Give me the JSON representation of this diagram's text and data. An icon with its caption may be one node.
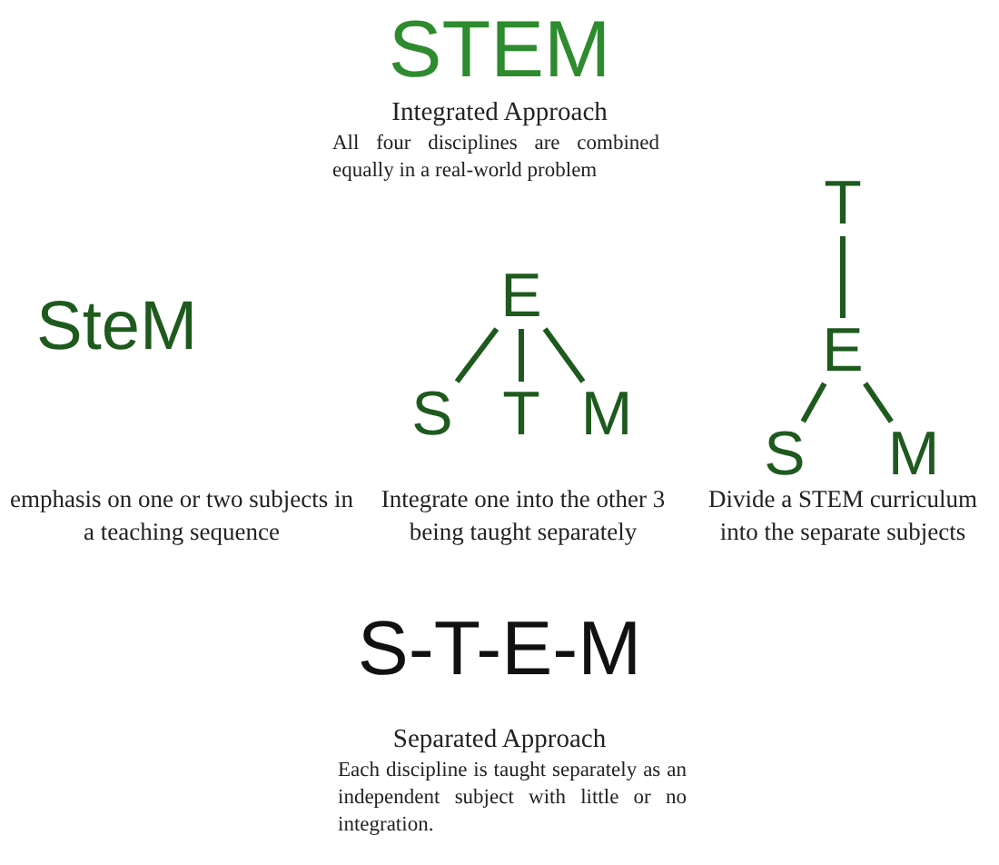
{
  "diagram": {
    "nodes": [
      {
        "text": [
          "E"
        ]
      },
      {
        "text": [
          "S"
        ]
      },
      {
        "text": [
          "T"
        ]
      },
      {
        "text": [
          "M"
        ]
      },
      {
        "text": [
          "T"
        ]
      },
      {
        "text": [
          "E"
        ]
      },
      {
        "text": [
          "S"
        ]
      },
      {
        "text": [
          "M"
        ]
      }
    ],
    "edges": [
      {
        "from": 0,
        "to": 1,
        "arrow": "none"
      },
      {
        "from": 0,
        "to": 2,
        "arrow": "none"
      },
      {
        "from": 0,
        "to": 3,
        "arrow": "none"
      },
      {
        "from": 4,
        "to": 5,
        "arrow": "none"
      },
      {
        "from": 5,
        "to": 6,
        "arrow": "none"
      },
      {
        "from": 5,
        "to": 7,
        "arrow": "none"
      }
    ],
    "labels": [
      "STEM",
      "Integrated Approach",
      "All four disciplines are combined equally in a real-world problem",
      "SteM",
      "emphasis on one or two subjects in a teaching sequence",
      "Integrate one into the other 3 being taught separately",
      "Divide a STEM curriculum into the separate subjects",
      "S-T-E-M",
      "Separated Approach",
      "Each discipline is taught separately as an independent subject with little or no integration."
    ]
  }
}
